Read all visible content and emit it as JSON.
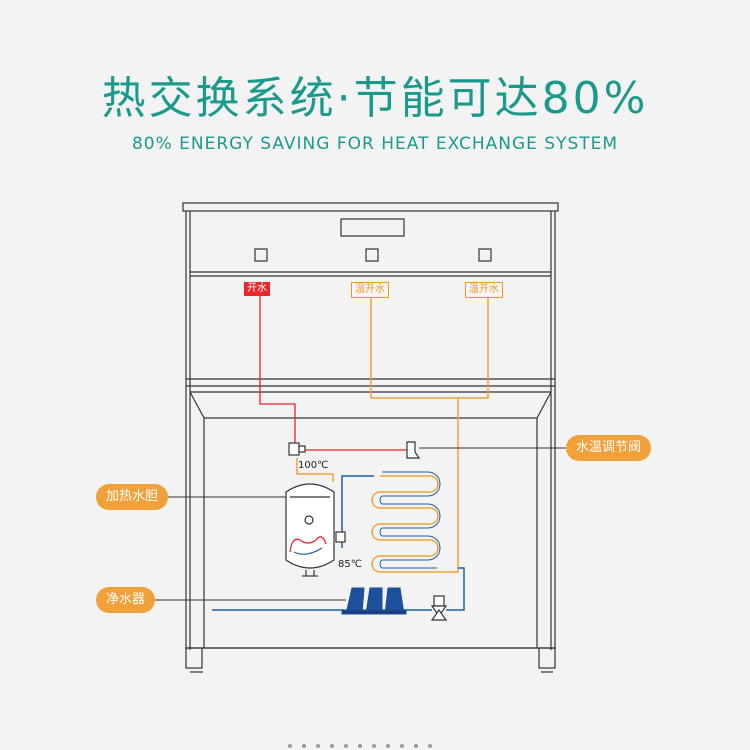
{
  "header": {
    "title": "热交换系统·节能可达80%",
    "subtitle": "80% ENERGY SAVING FOR HEAT EXCHANGE SYSTEM"
  },
  "outlets": [
    {
      "label": "开水",
      "style": "red"
    },
    {
      "label": "温开水",
      "style": "orange"
    },
    {
      "label": "温开水",
      "style": "orange"
    }
  ],
  "temperatures": {
    "top": "100℃",
    "bottom": "85℃"
  },
  "callouts": {
    "valve": "水温调节阀",
    "tank": "加热水胆",
    "filter": "净水器"
  },
  "colors": {
    "accent": "#1a9a8c",
    "hot_pipe": "#e8262b",
    "warm_pipe": "#f2a13a",
    "cold_pipe": "#1c5fa8",
    "callout_bg": "#f2a13a",
    "filter": "#1d4f9a"
  }
}
